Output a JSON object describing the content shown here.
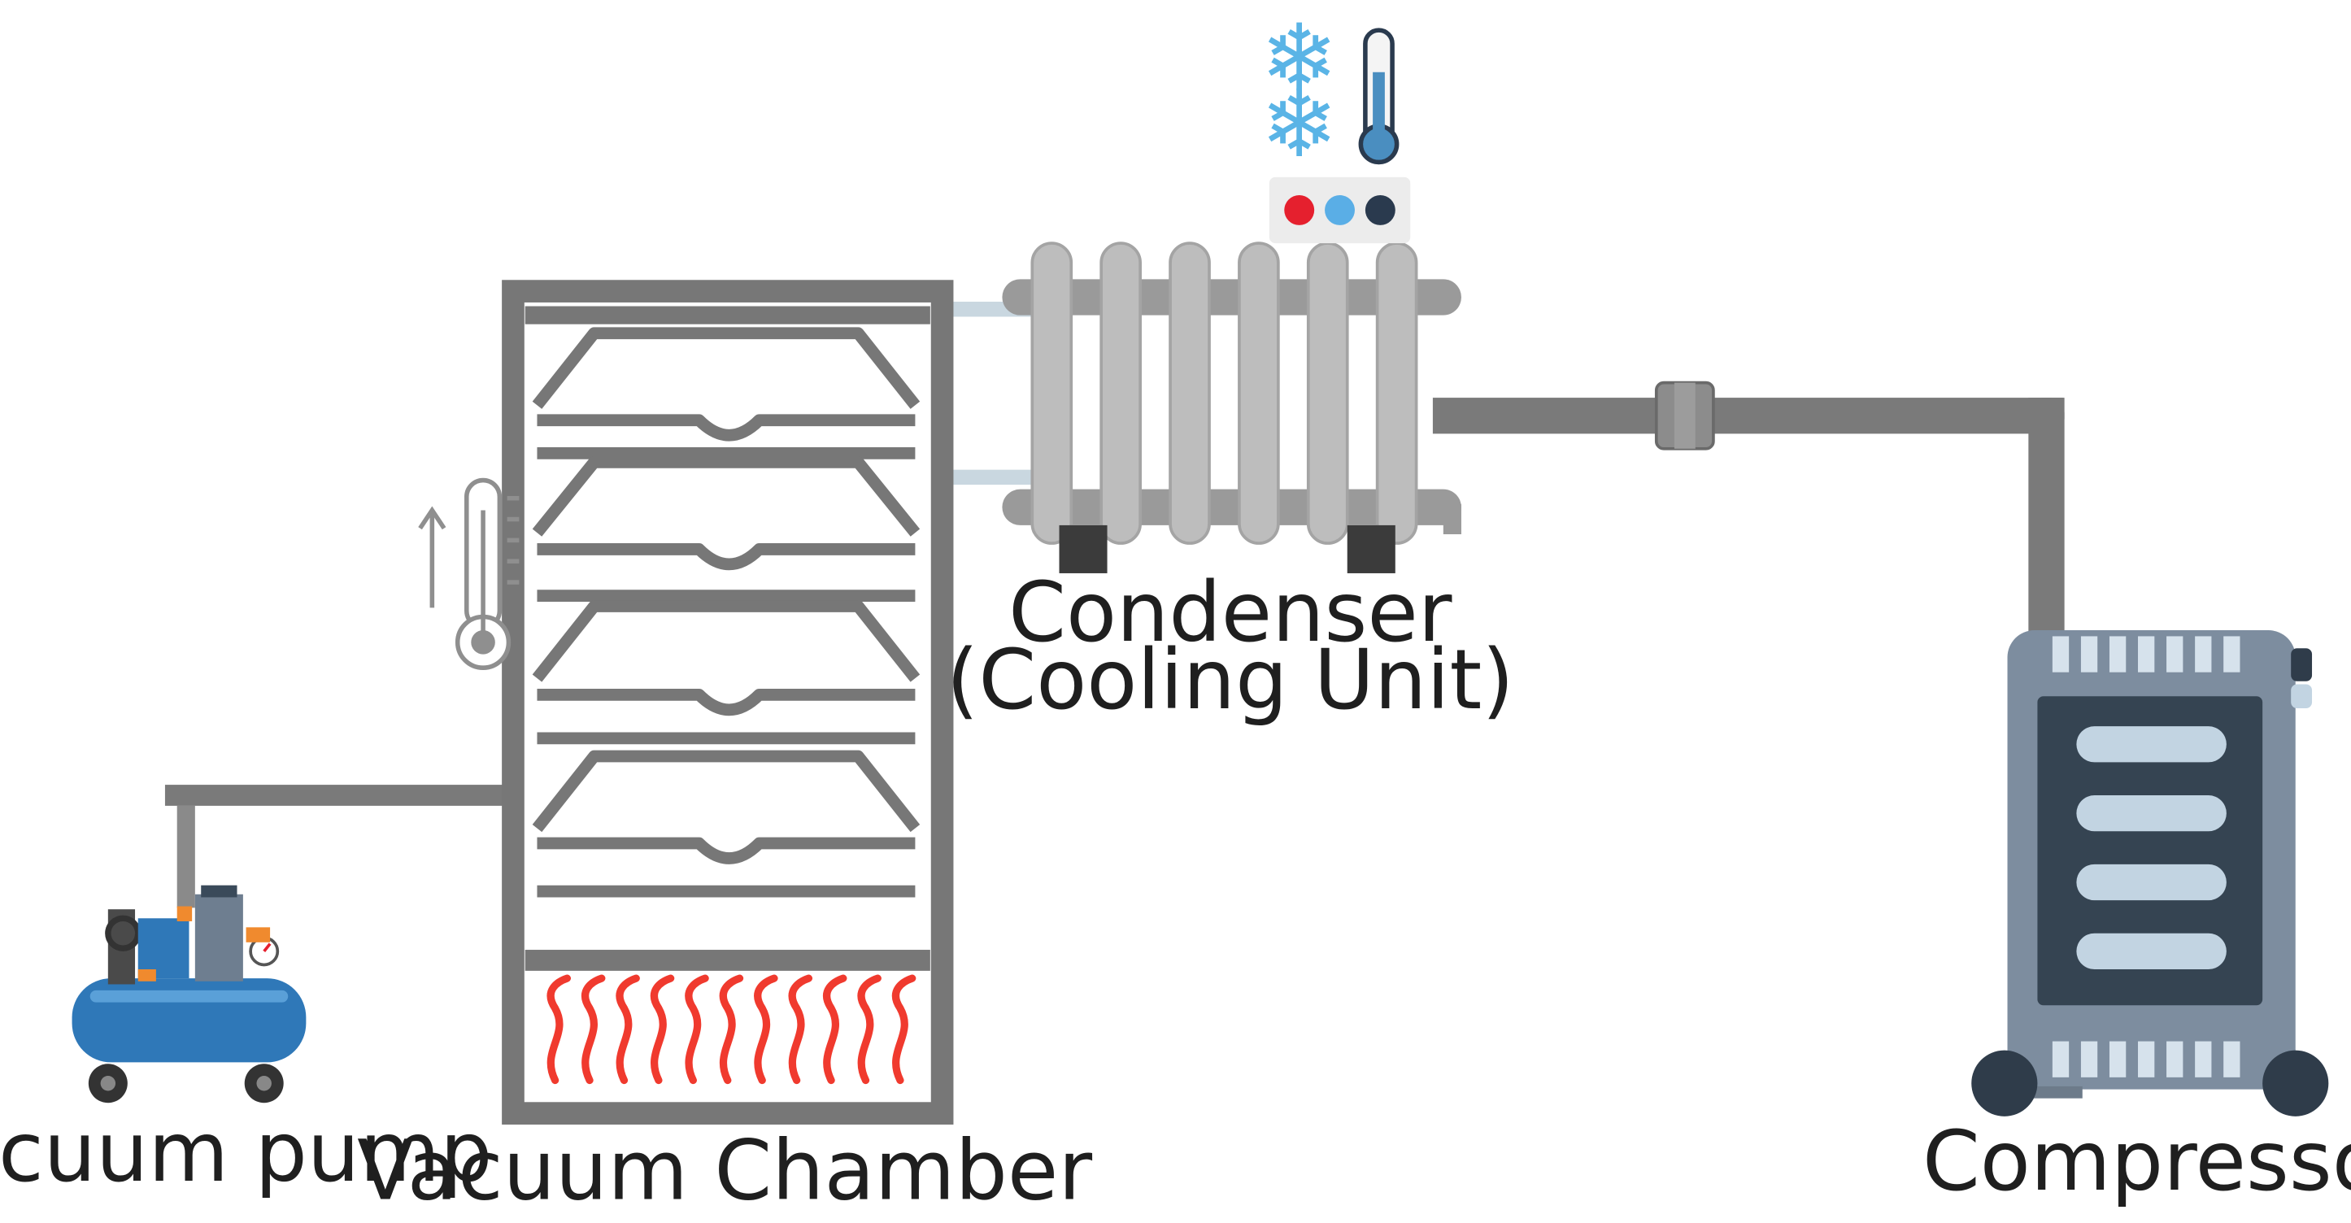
{
  "labels": {
    "vacuum_pump": "Vacuum pump",
    "vacuum_chamber": "Vacuum Chamber",
    "condenser_line1": "Condenser",
    "condenser_line2": "(Cooling Unit)",
    "compressor": "Compressor"
  },
  "icons": {
    "snowflake": "❄",
    "chamber_thermometer": "thermometer-rising-icon",
    "condenser_thermometer": "thermometer-cold-icon",
    "pump": "vacuum-pump-icon",
    "radiator": "radiator-icon",
    "compressor": "compressor-icon",
    "heater": "heating-waves-icon"
  },
  "colors": {
    "pipe": "#7a7a7a",
    "chamber_frame": "#777777",
    "radiator_fin": "#bdbdbd",
    "heat_wave": "#f03a2e",
    "snowflake": "#5ab4e6",
    "indicator_red": "#e5202e",
    "indicator_blue": "#5aaee6",
    "indicator_navy": "#2a3a4e",
    "compressor_body": "#7d8d9f",
    "compressor_panel": "#354452",
    "compressor_slot": "#c2d4e2",
    "pump_tank": "#2f78b8"
  }
}
